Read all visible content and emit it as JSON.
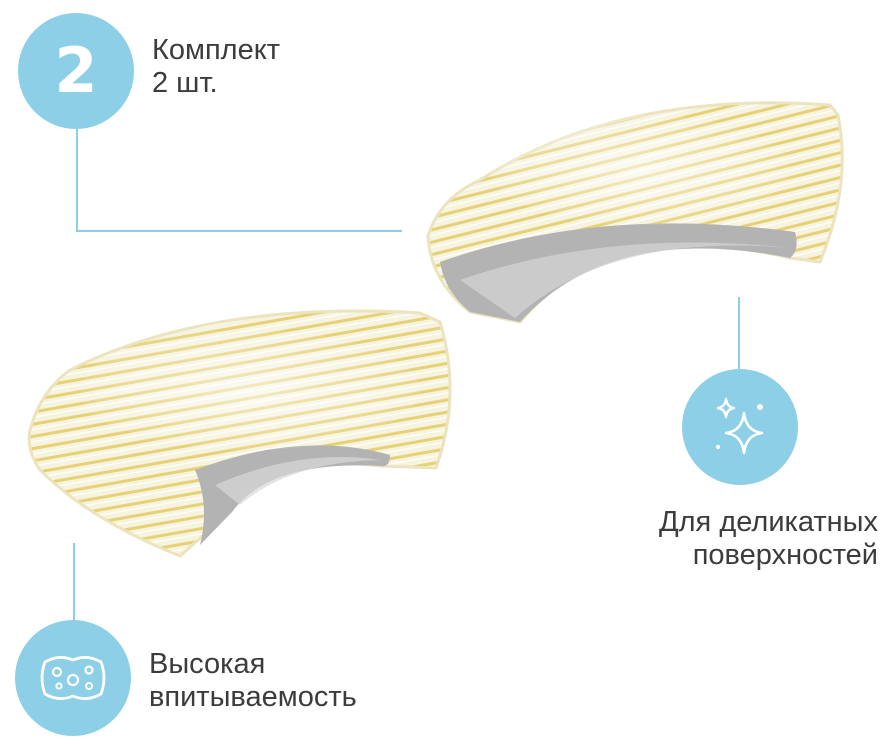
{
  "callouts": {
    "count": {
      "badge": "2",
      "line1": "Комплект",
      "line2": "2 шт."
    },
    "delicate": {
      "icon": "sparkles-icon",
      "line1": "Для деликатных",
      "line2": "поверхностей"
    },
    "absorb": {
      "icon": "sponge-icon",
      "line1": "Высокая",
      "line2": "впитываемость"
    }
  },
  "colors": {
    "accent": "#8dcfe6",
    "text": "#3c3c3c",
    "fabric_base": "#f4f1dc",
    "fabric_stripe": "#e4cd6a",
    "inner_grey": "#b3b3b3"
  }
}
